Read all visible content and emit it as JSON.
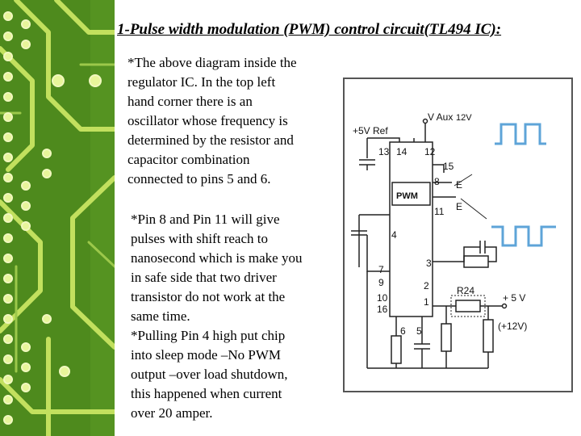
{
  "slide": {
    "title": "1-Pulse width modulation (PWM) control circuit(TL494 IC):",
    "paragraph_1": "*The above diagram inside the\nregulator IC. In the top left\nhand corner there is an\noscillator whose frequency is\ndetermined by the resistor and\ncapacitor combination\nconnected to pins 5 and 6.",
    "paragraph_2": "*Pin 8 and Pin 11 will give\npulses with shift reach to\nnanosecond which is make you\nin safe side that two driver\ntransistor do not work  at the\nsame time.\n*Pulling Pin 4 high put chip\ninto sleep mode –No PWM\noutput –over load shutdown,\nthis happened when current\nover 20  amper."
  },
  "circuit": {
    "v_aux": "V Aux",
    "v_aux_value": "12V",
    "ref_label": "+5V Ref",
    "ic_label": "PWM",
    "pins": {
      "p13": "13",
      "p14": "14",
      "p12": "12",
      "p15": "15",
      "p8": "8",
      "p11": "11",
      "p4": "4",
      "p7": "7",
      "p9": "9",
      "p10": "10",
      "p16": "16",
      "p3": "3",
      "p2": "2",
      "p1": "1",
      "p6": "6",
      "p5": "5"
    },
    "out_e1": "E",
    "out_e2": "E",
    "resistor_label": "R24",
    "plus5v": "+ 5 V",
    "plus12v": "(+12V)"
  },
  "colors": {
    "pcb_background": "#4e8a1d",
    "pcb_trace": "#c2e05e",
    "pcb_pad": "#e8f59a",
    "pcb_pad_ring": "#f1f8bf",
    "wave": "#5ea4d8",
    "circuit_line": "#222222",
    "diagram_border": "#555555"
  }
}
